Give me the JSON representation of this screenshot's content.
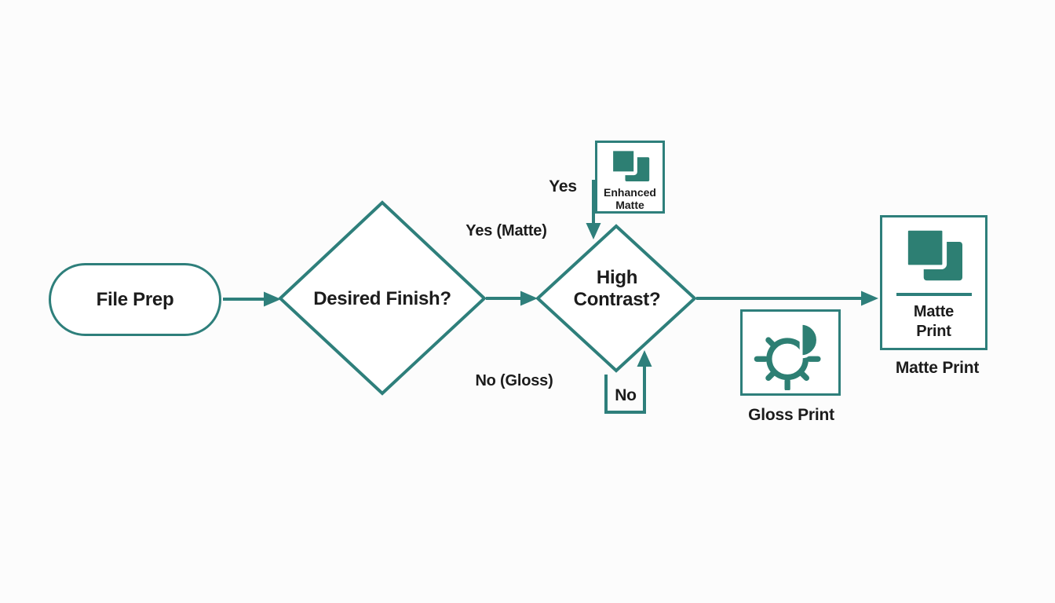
{
  "colors": {
    "stroke": "#2E7F7B",
    "icon": "#2D7F73",
    "text": "#1C1C1C",
    "bg": "#FCFCFC"
  },
  "flowchart": {
    "file_prep": {
      "label": "File Prep"
    },
    "desired_finish": {
      "label": "Desired Finish?"
    },
    "high_contrast": {
      "line1": "High",
      "line2": "Contrast?"
    },
    "enhanced_matte": {
      "line1": "Enhanced",
      "line2": "Matte",
      "icon": "stacked-prints-icon"
    },
    "gloss_print": {
      "caption": "Gloss Print",
      "icon": "brightness-contrast-icon"
    },
    "matte_print": {
      "line1": "Matte",
      "line2": "Print",
      "caption": "Matte Print",
      "icon": "stacked-prints-icon"
    },
    "edge_labels": {
      "yes": "Yes",
      "yes_matte": "Yes (Matte)",
      "no_gloss": "No (Gloss)",
      "no": "No"
    }
  }
}
